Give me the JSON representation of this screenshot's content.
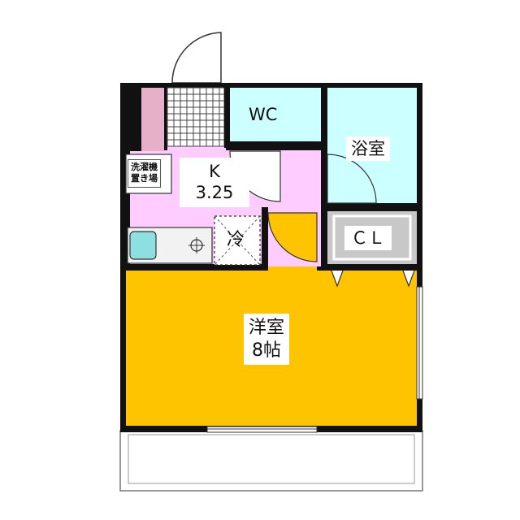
{
  "rooms": {
    "wc": {
      "label": "WC"
    },
    "bath": {
      "label": "浴室"
    },
    "kitchen": {
      "label": "K",
      "size": "3.25"
    },
    "closet": {
      "label": "ＣＬ"
    },
    "western": {
      "label": "洋室",
      "size": "8帖"
    }
  },
  "fixtures": {
    "washer": {
      "line1": "洗濯機",
      "line2": "置き場"
    },
    "fridge": {
      "label": "冷"
    }
  },
  "colors": {
    "wall": "#111111",
    "kitchen": "#ffccff",
    "western": "#ffc400",
    "wetroom": "#ccffff",
    "closet": "#c8c8c8",
    "entrance": "#e5b0c8"
  }
}
